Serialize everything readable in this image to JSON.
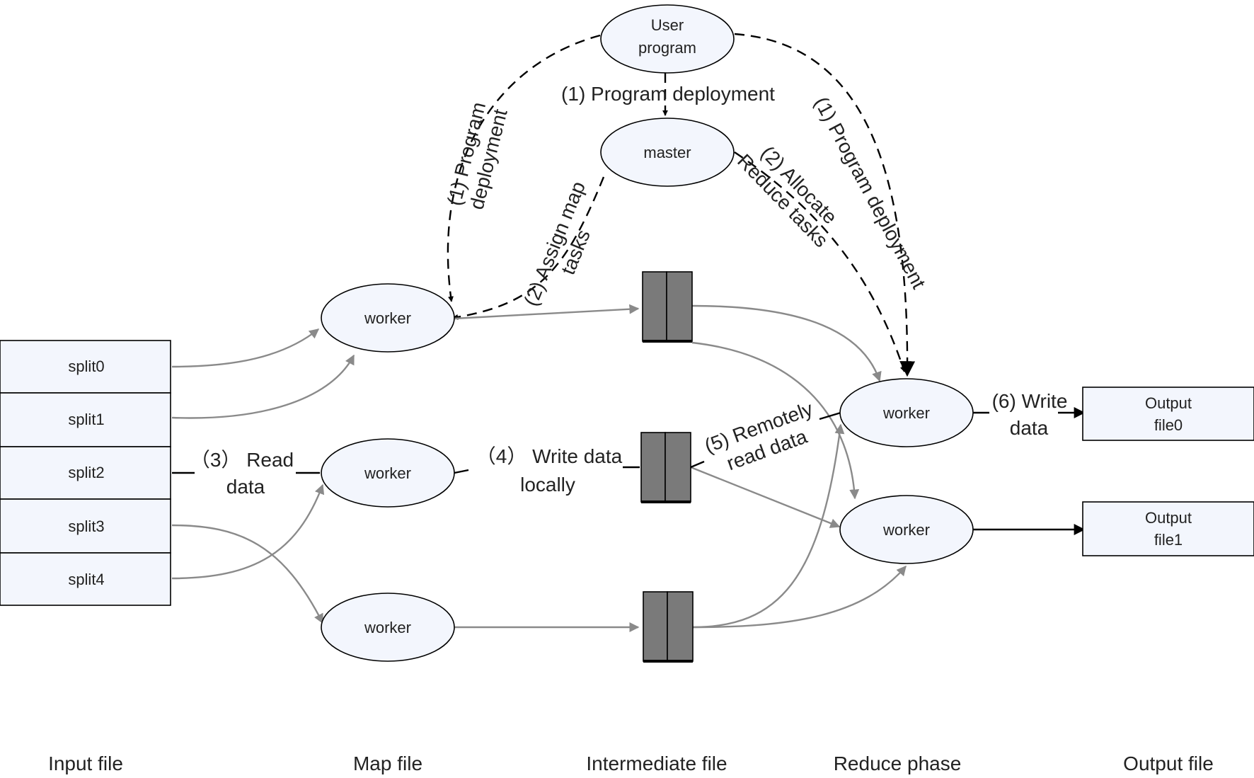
{
  "nodes": {
    "user_program": [
      "User",
      "program"
    ],
    "master": "master",
    "map_worker_1": "worker",
    "map_worker_2": "worker",
    "map_worker_3": "worker",
    "reduce_worker_1": "worker",
    "reduce_worker_2": "worker",
    "splits": [
      "split0",
      "split1",
      "split2",
      "split3",
      "split4"
    ],
    "output_file_0": [
      "Output",
      "file0"
    ],
    "output_file_1": [
      "Output",
      "file1"
    ]
  },
  "edge_labels": {
    "deploy_center": "(1) Program deployment",
    "deploy_left": [
      "(1) Program",
      "deployment"
    ],
    "deploy_right": "(1) Program deployment",
    "assign_map": [
      "(2) Assign map",
      "tasks"
    ],
    "allocate_reduce": [
      "(2) Allocate",
      "Reduce tasks"
    ],
    "read_data": [
      "（3） Read",
      "data"
    ],
    "write_local": [
      "（4） Write data",
      "locally"
    ],
    "remote_read": [
      "(5) Remotely",
      "read data"
    ],
    "write_data": [
      "(6) Write",
      "data"
    ]
  },
  "sections": [
    "Input file",
    "Map file",
    "Intermediate file",
    "Reduce phase",
    "Output file"
  ],
  "colors": {
    "node_fill": "#f3f6fd",
    "stroke": "#000000",
    "data_flow": "#8a8a8a",
    "intermediate_fill": "#7a7a7a"
  }
}
